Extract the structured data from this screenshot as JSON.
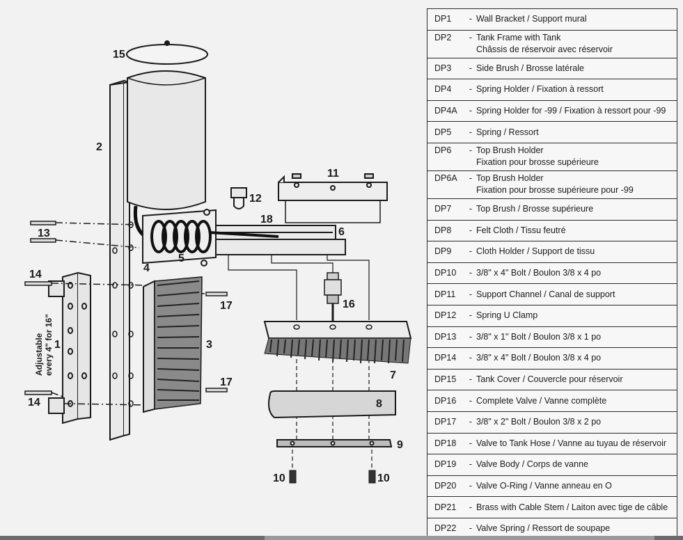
{
  "callouts": {
    "c1": "1",
    "c2": "2",
    "c3": "3",
    "c4": "4",
    "c5": "5",
    "c6": "6",
    "c7": "7",
    "c8": "8",
    "c9": "9",
    "c10a": "10",
    "c10b": "10",
    "c11": "11",
    "c12": "12",
    "c13": "13",
    "c14a": "14",
    "c14b": "14",
    "c15": "15",
    "c16": "16",
    "c17a": "17",
    "c17b": "17",
    "c18": "18"
  },
  "side_note": {
    "line1": "Adjustable",
    "line2": "every 4\" for 16\""
  },
  "parts": [
    {
      "code": "DP1",
      "dash": "-",
      "line1": "Wall Bracket / Support mural",
      "line2": ""
    },
    {
      "code": "DP2",
      "dash": "-",
      "line1": "Tank Frame with Tank",
      "line2": "Châssis de réservoir avec réservoir"
    },
    {
      "code": "DP3",
      "dash": "-",
      "line1": "Side Brush / Brosse latérale",
      "line2": ""
    },
    {
      "code": "DP4",
      "dash": "-",
      "line1": "Spring Holder / Fixation à ressort",
      "line2": ""
    },
    {
      "code": "DP4A",
      "dash": "-",
      "line1": "Spring Holder for -99 / Fixation à ressort pour -99",
      "line2": ""
    },
    {
      "code": "DP5",
      "dash": "-",
      "line1": "Spring / Ressort",
      "line2": ""
    },
    {
      "code": "DP6",
      "dash": "-",
      "line1": "Top Brush Holder",
      "line2": "Fixation pour brosse supérieure"
    },
    {
      "code": "DP6A",
      "dash": "-",
      "line1": "Top Brush Holder",
      "line2": "Fixation pour brosse supérieure pour -99"
    },
    {
      "code": "DP7",
      "dash": "-",
      "line1": "Top Brush / Brosse supérieure",
      "line2": ""
    },
    {
      "code": "DP8",
      "dash": "-",
      "line1": "Felt Cloth / Tissu feutré",
      "line2": ""
    },
    {
      "code": "DP9",
      "dash": "-",
      "line1": "Cloth Holder / Support de tissu",
      "line2": ""
    },
    {
      "code": "DP10",
      "dash": "-",
      "line1": "3/8\" x 4\" Bolt / Boulon 3/8 x 4 po",
      "line2": ""
    },
    {
      "code": "DP11",
      "dash": "-",
      "line1": "Support Channel / Canal de support",
      "line2": ""
    },
    {
      "code": "DP12",
      "dash": "-",
      "line1": "Spring U Clamp",
      "line2": ""
    },
    {
      "code": "DP13",
      "dash": "-",
      "line1": "3/8\" x 1\" Bolt / Boulon 3/8 x 1 po",
      "line2": ""
    },
    {
      "code": "DP14",
      "dash": "-",
      "line1": "3/8\" x 4\" Bolt / Boulon 3/8 x 4 po",
      "line2": ""
    },
    {
      "code": "DP15",
      "dash": "-",
      "line1": "Tank Cover / Couvercle pour réservoir",
      "line2": ""
    },
    {
      "code": "DP16",
      "dash": "-",
      "line1": "Complete Valve / Vanne complète",
      "line2": ""
    },
    {
      "code": "DP17",
      "dash": "-",
      "line1": "3/8\" x 2\" Bolt / Boulon 3/8 x 2 po",
      "line2": ""
    },
    {
      "code": "DP18",
      "dash": "-",
      "line1": "Valve to Tank Hose / Vanne au tuyau de réservoir",
      "line2": ""
    },
    {
      "code": "DP19",
      "dash": "-",
      "line1": "Valve Body / Corps de vanne",
      "line2": ""
    },
    {
      "code": "DP20",
      "dash": "-",
      "line1": "Valve O-Ring / Vanne anneau en O",
      "line2": ""
    },
    {
      "code": "DP21",
      "dash": "-",
      "line1": "Brass with Cable Stem / Laiton avec tige de câble",
      "line2": ""
    },
    {
      "code": "DP22",
      "dash": "-",
      "line1": "Valve Spring / Ressort de soupape",
      "line2": ""
    }
  ]
}
